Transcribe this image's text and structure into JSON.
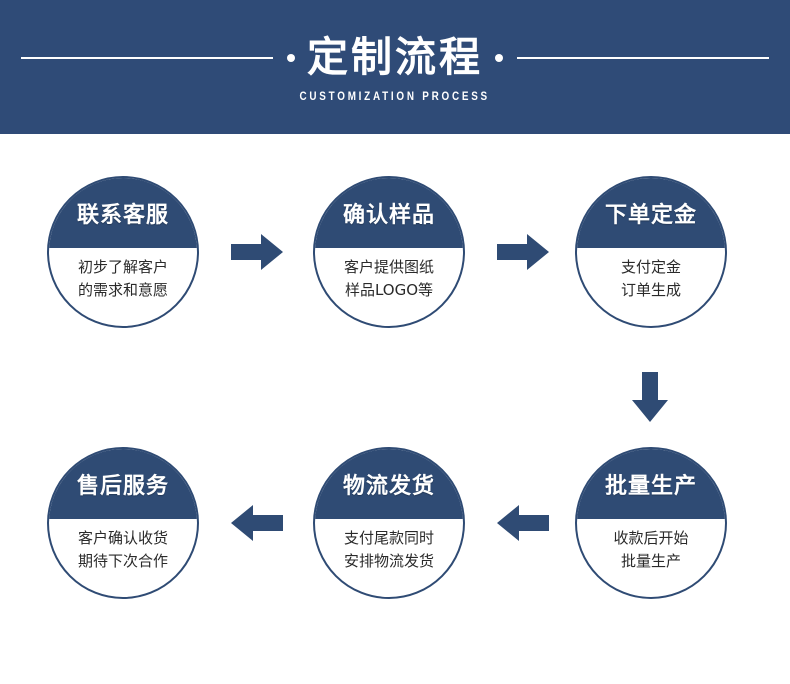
{
  "header": {
    "title": "定制流程",
    "subtitle": "CUSTOMIZATION PROCESS",
    "bg_color": "#2F4B77",
    "text_color": "#FFFFFF",
    "left_dot": "·",
    "right_dot": "·"
  },
  "theme": {
    "accent": "#2F4B74",
    "page_bg": "#FFFFFF",
    "body_text": "#2A2A2A"
  },
  "flow": {
    "nodes": [
      {
        "step": 1,
        "title": "联系客服",
        "line1": "初步了解客户",
        "line2": "的需求和意愿"
      },
      {
        "step": 2,
        "title": "确认样品",
        "line1": "客户提供图纸",
        "line2": "样品LOGO等"
      },
      {
        "step": 3,
        "title": "下单定金",
        "line1": "支付定金",
        "line2": "订单生成"
      },
      {
        "step": 4,
        "title": "批量生产",
        "line1": "收款后开始",
        "line2": "批量生产"
      },
      {
        "step": 5,
        "title": "物流发货",
        "line1": "支付尾款同时",
        "line2": "安排物流发货"
      },
      {
        "step": 6,
        "title": "售后服务",
        "line1": "客户确认收货",
        "line2": "期待下次合作"
      }
    ],
    "arrows": [
      {
        "name": "arrow-right-icon",
        "direction": "right",
        "from": "联系客服",
        "to": "确认样品"
      },
      {
        "name": "arrow-right-icon",
        "direction": "right",
        "from": "确认样品",
        "to": "下单定金"
      },
      {
        "name": "arrow-down-icon",
        "direction": "down",
        "from": "下单定金",
        "to": "批量生产"
      },
      {
        "name": "arrow-left-icon",
        "direction": "left",
        "from": "批量生产",
        "to": "物流发货"
      },
      {
        "name": "arrow-left-icon",
        "direction": "left",
        "from": "物流发货",
        "to": "售后服务"
      }
    ]
  }
}
